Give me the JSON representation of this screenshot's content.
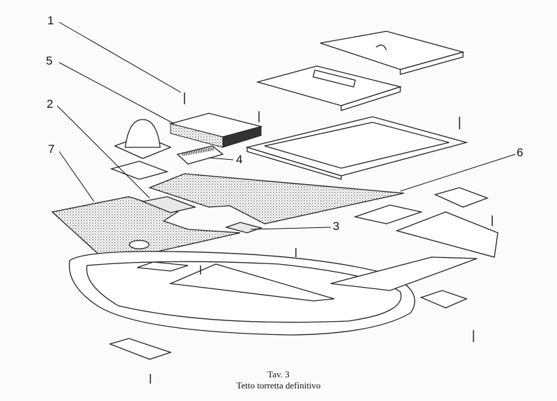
{
  "labels": {
    "p1": "1",
    "p2": "2",
    "p3": "3",
    "p4": "4",
    "p5": "5",
    "p6": "6",
    "p7": "7"
  },
  "caption": {
    "plate": "Tav. 3",
    "title": "Tetto torretta definitivo"
  }
}
